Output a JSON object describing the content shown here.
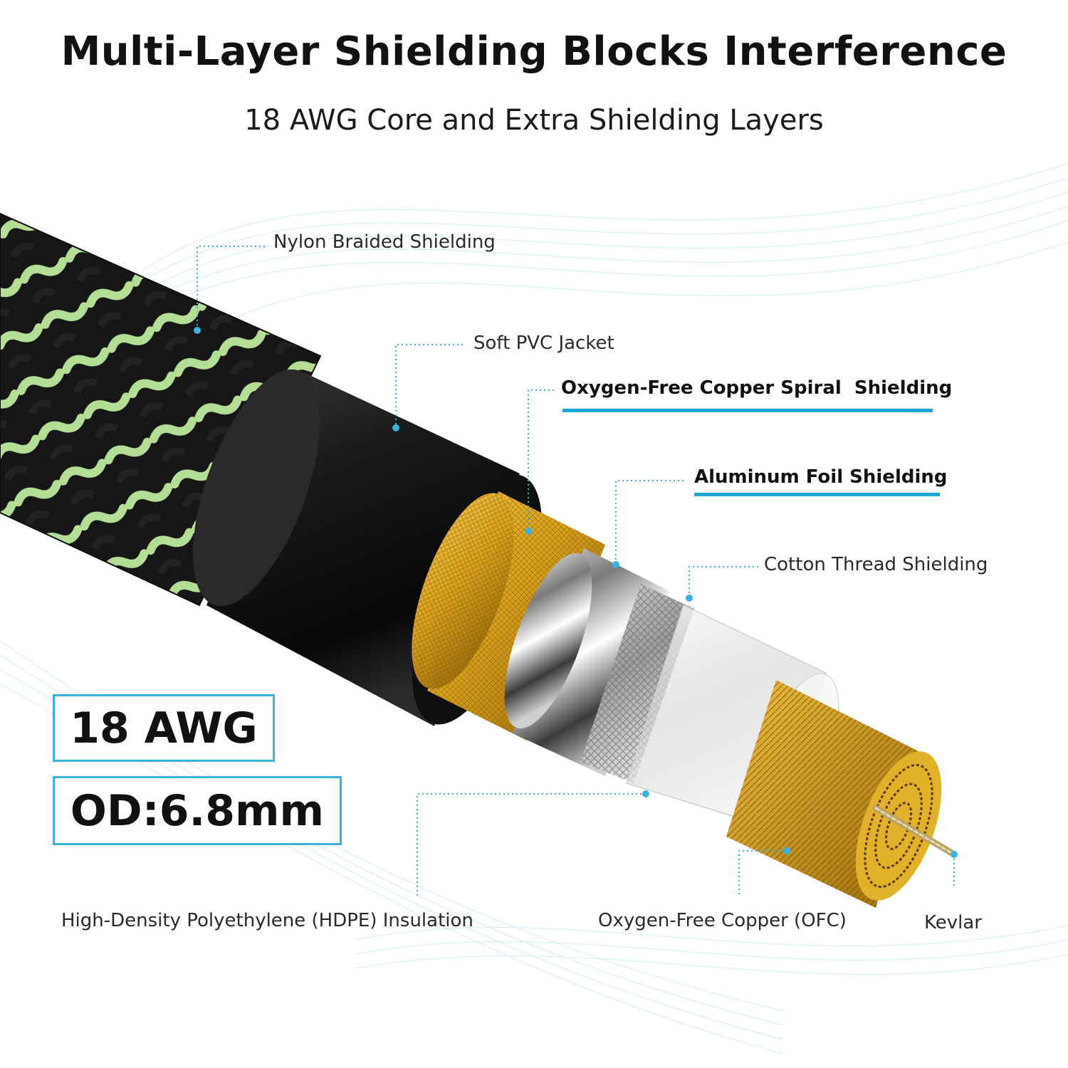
{
  "header": {
    "title": "Multi-Layer Shielding Blocks Interference",
    "subtitle": "18 AWG Core and Extra Shielding Layers"
  },
  "layers": {
    "nylon": "Nylon Braided Shielding",
    "pvc": "Soft PVC Jacket",
    "copper_spiral": "Oxygen-Free Copper Spiral  Shielding",
    "aluminum": "Aluminum Foil Shielding",
    "cotton": "Cotton Thread Shielding",
    "hdpe": "High-Density Polyethylene (HDPE) Insulation",
    "ofc": "Oxygen-Free Copper (OFC)",
    "kevlar": "Kevlar"
  },
  "specs": {
    "gauge": "18 AWG",
    "diameter": "OD:6.8mm"
  },
  "colors": {
    "accent": "#1aa6d6",
    "braid_dark": "#141414",
    "braid_green": "#a6d98a",
    "jacket": "#1c1c1c",
    "copper": "#d8a21c"
  }
}
